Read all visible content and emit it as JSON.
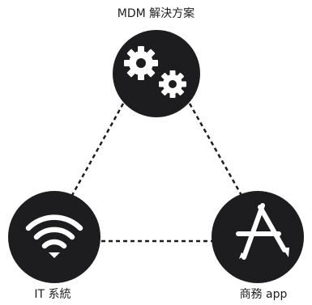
{
  "nodes": {
    "top": {
      "label": "MDM 解決方案",
      "icon": "gears-icon"
    },
    "left": {
      "label": "IT 系統",
      "icon": "wifi-icon"
    },
    "right": {
      "label": "商務 app",
      "icon": "app-store-icon"
    }
  },
  "colors": {
    "node_fill": "#1d1d1f",
    "icon": "#ffffff",
    "connector": "#1d1d1f",
    "text": "#1d1d1f"
  }
}
